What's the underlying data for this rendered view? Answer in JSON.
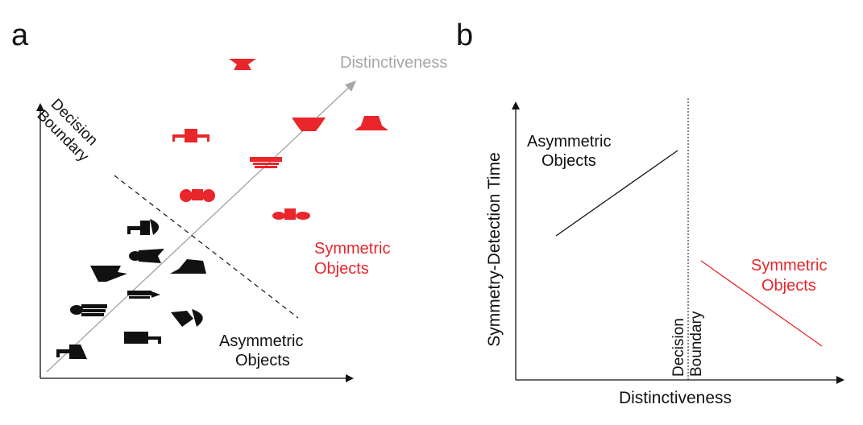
{
  "panel_a": {
    "letter": "a",
    "distinctiveness_label": "Distinctiveness",
    "decision_boundary_lines": [
      "Decision",
      "Boundary"
    ],
    "symmetric_lines": [
      "Symmetric",
      "Objects"
    ],
    "asymmetric_lines": [
      "Asymmetric",
      "Objects"
    ]
  },
  "panel_b": {
    "letter": "b",
    "y_label": "Symmetry-Detection Time",
    "x_label": "Distinctiveness",
    "asymmetric_lines": [
      "Asymmetric",
      "Objects"
    ],
    "symmetric_lines": [
      "Symmetric",
      "Objects"
    ],
    "decision_boundary_lines": [
      "Decision",
      "Boundary"
    ]
  },
  "colors": {
    "symmetric": "#e8262b",
    "asymmetric": "#111111",
    "distinctiveness_arrow": "#a6a6a6"
  }
}
